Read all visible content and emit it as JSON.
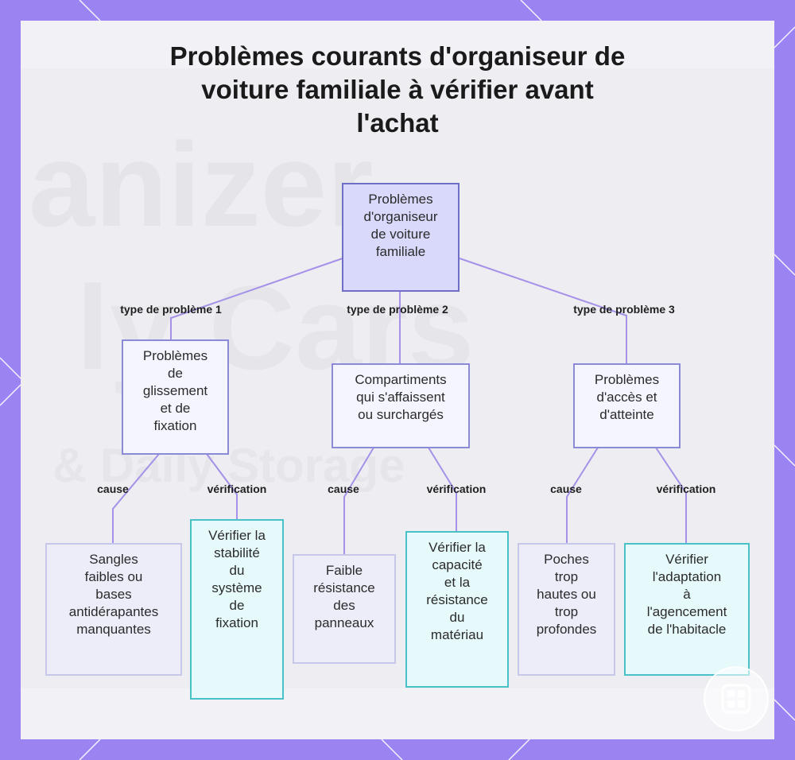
{
  "title_lines": [
    "Problèmes courants d'organiseur de",
    "voiture familiale à vérifier avant",
    "l'achat"
  ],
  "nodes": {
    "root": [
      "Problèmes",
      "d'organiseur",
      "de voiture",
      "familiale"
    ],
    "cat1": [
      "Problèmes",
      "de",
      "glissement",
      "et de",
      "fixation"
    ],
    "cat2": [
      "Compartiments",
      "qui s'affaissent",
      "ou surchargés"
    ],
    "cat3": [
      "Problèmes",
      "d'accès et",
      "d'atteinte"
    ],
    "cause1": [
      "Sangles",
      "faibles ou",
      "bases",
      "antidérapantes",
      "manquantes"
    ],
    "check1": [
      "Vérifier la",
      "stabilité",
      "du",
      "système",
      "de",
      "fixation"
    ],
    "cause2": [
      "Faible",
      "résistance",
      "des",
      "panneaux"
    ],
    "check2": [
      "Vérifier la",
      "capacité",
      "et la",
      "résistance",
      "du",
      "matériau"
    ],
    "cause3": [
      "Poches",
      "trop",
      "hautes ou",
      "trop",
      "profondes"
    ],
    "check3": [
      "Vérifier",
      "l'adaptation",
      "à",
      "l'agencement",
      "de l'habitacle"
    ]
  },
  "edge_labels": {
    "type1": "type de problème 1",
    "type2": "type de problème 2",
    "type3": "type de problème 3",
    "cause": "cause",
    "verification": "vérification"
  },
  "colors": {
    "frame": "#9b84f2",
    "edge": "#a591e8",
    "root_fill": "#d9d9fb",
    "check_border": "#48c1c9"
  },
  "background_text": [
    "anizer",
    "ly Cars",
    "& Daily Storage"
  ]
}
